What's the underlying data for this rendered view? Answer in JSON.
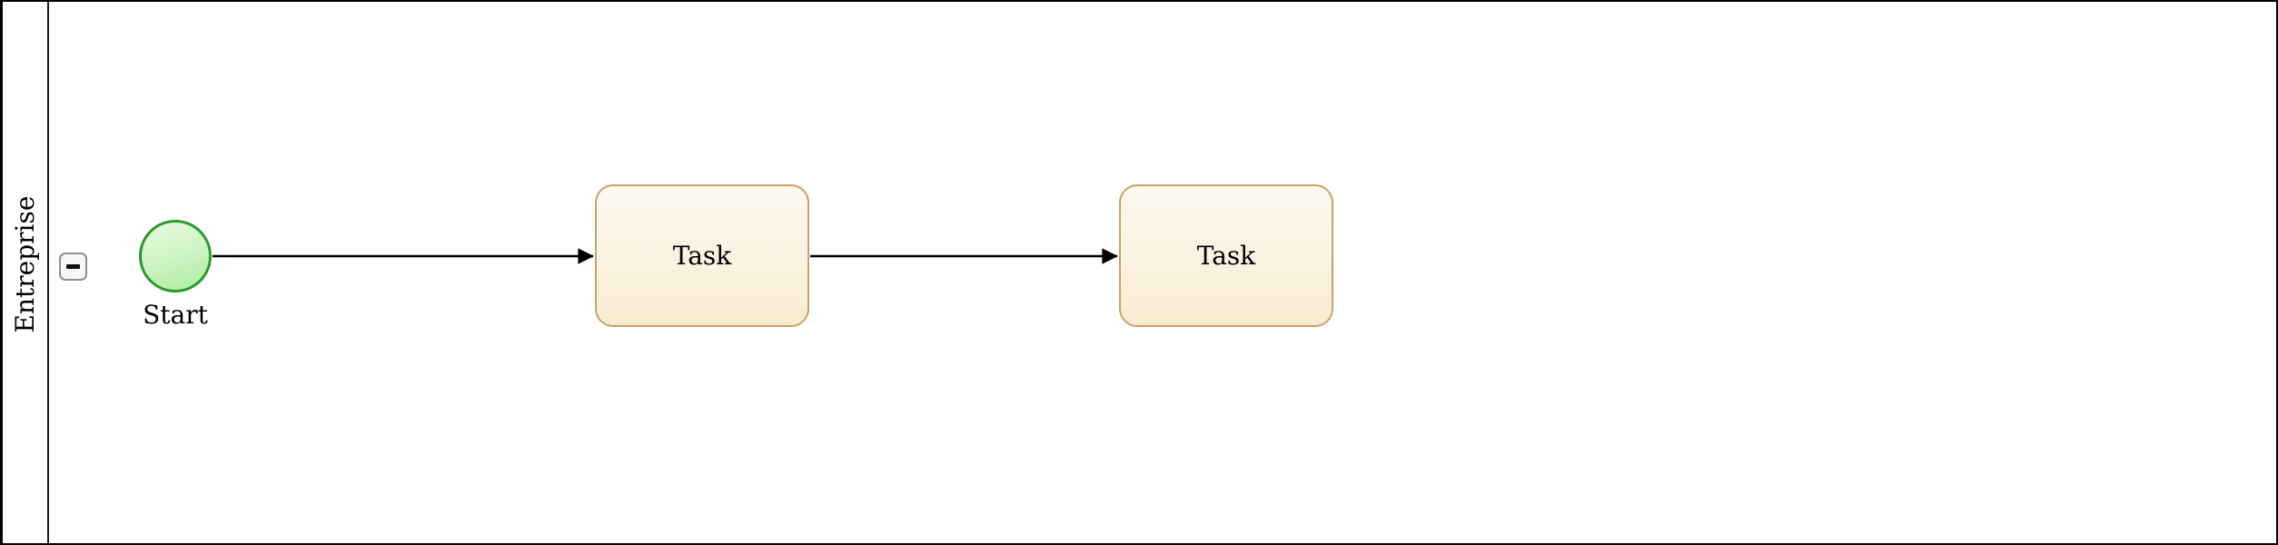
{
  "diagram": {
    "type": "bpmn-process",
    "pool": {
      "label": "Entreprise",
      "collapse_button_symbol": "−"
    },
    "nodes": {
      "start_event": {
        "type": "start-event",
        "label": "Start"
      },
      "task_1": {
        "type": "task",
        "label": "Task"
      },
      "task_2": {
        "type": "task",
        "label": "Task"
      }
    },
    "flows": [
      {
        "from": "start_event",
        "to": "task_1"
      },
      {
        "from": "task_1",
        "to": "task_2"
      }
    ],
    "colors": {
      "pool_border": "#000000",
      "lane_divider": "#1a1a1a",
      "start_event_border": "#2a9a2a",
      "start_event_fill_top": "#e6fadd",
      "start_event_fill_bottom": "#abeca1",
      "task_border": "#c9a265",
      "task_fill_top": "#fdf9f0",
      "task_fill_bottom": "#f8ecd1",
      "connector": "#000000",
      "collapse_button_border": "#8f8f8f",
      "collapse_button_background": "#f7f7f7",
      "canvas_background": "#ffffff"
    }
  }
}
